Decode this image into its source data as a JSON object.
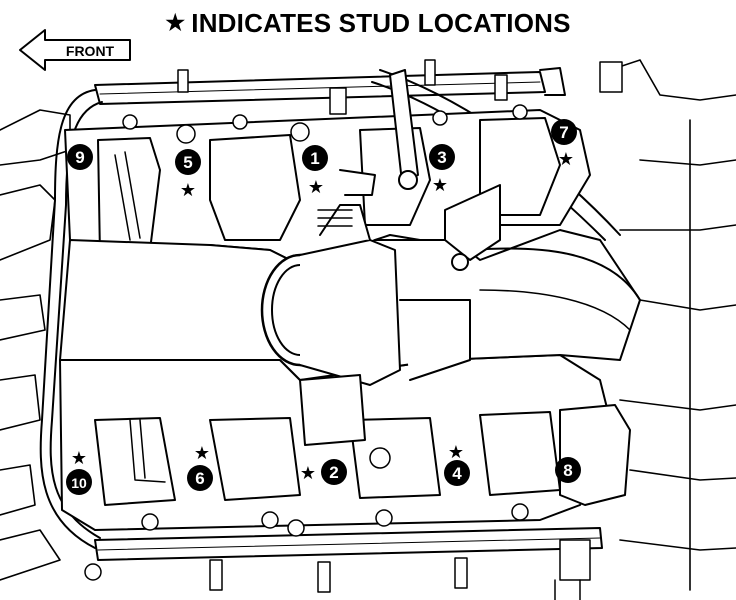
{
  "header": {
    "star_symbol": "★",
    "title": "INDICATES STUD LOCATIONS"
  },
  "front_arrow": {
    "label": "FRONT"
  },
  "fasteners": [
    {
      "number": "1",
      "has_stud": true
    },
    {
      "number": "2",
      "has_stud": true
    },
    {
      "number": "3",
      "has_stud": true
    },
    {
      "number": "4",
      "has_stud": true
    },
    {
      "number": "5",
      "has_stud": true
    },
    {
      "number": "6",
      "has_stud": true
    },
    {
      "number": "7",
      "has_stud": true
    },
    {
      "number": "8",
      "has_stud": false
    },
    {
      "number": "9",
      "has_stud": false
    },
    {
      "number": "10",
      "has_stud": true
    }
  ],
  "colors": {
    "line": "#000000",
    "background": "#ffffff",
    "callout_fill": "#000000",
    "callout_text": "#ffffff"
  }
}
